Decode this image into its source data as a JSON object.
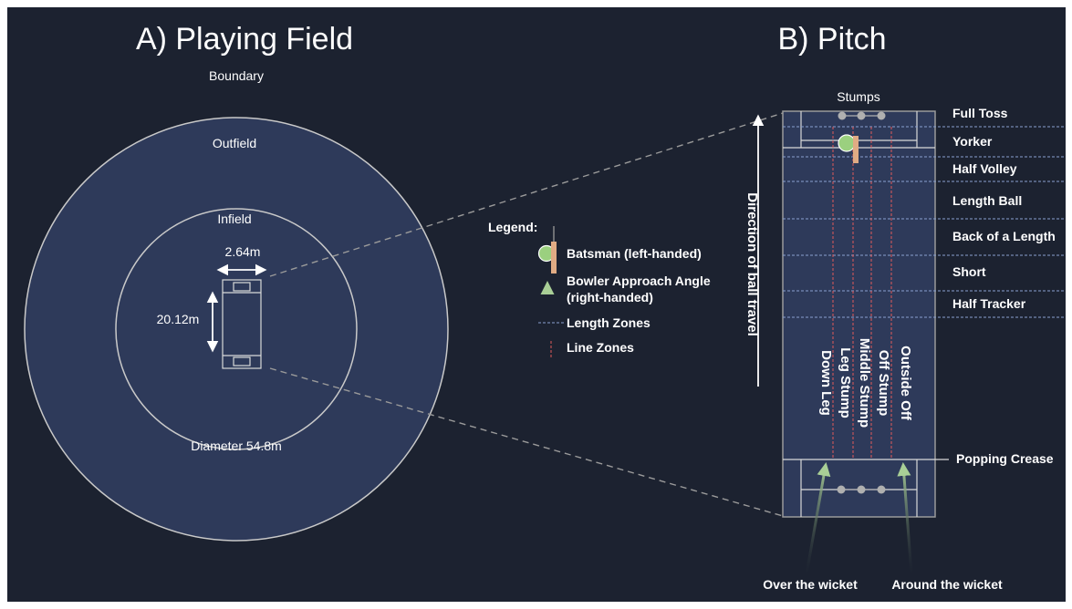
{
  "colors": {
    "background": "#1c2230",
    "field": "#2e3a5a",
    "line": "#d9d9d9",
    "ball": "#9bd07f",
    "bat": "#e0ab84",
    "arrow": "#a9cf96",
    "line_zone": "#e05a5a",
    "length_zone": "#8aa0d0"
  },
  "panel_a": {
    "title": "A) Playing Field",
    "boundary_label": "Boundary",
    "outfield_label": "Outfield",
    "infield_label": "Infield",
    "pitch_width_label": "2.64m",
    "pitch_length_label": "20.12m",
    "diameter_label": "Diameter 54.8m"
  },
  "legend": {
    "heading": "Legend:",
    "batsman": "Batsman (left-handed)",
    "bowler_line1": "Bowler Approach Angle",
    "bowler_line2": "(right-handed)",
    "length_zones": "Length Zones",
    "line_zones": "Line Zones"
  },
  "panel_b": {
    "title": "B) Pitch",
    "stumps_label": "Stumps",
    "direction_label": "Direction of ball travel",
    "length_zones": [
      "Full Toss",
      "Yorker",
      "Half Volley",
      "Length Ball",
      "Back of a Length",
      "Short",
      "Half Tracker"
    ],
    "line_zones": [
      "Down Leg",
      "Leg Stump",
      "Middle Stump",
      "Off Stump",
      "Outside Off"
    ],
    "popping_crease_label": "Popping Crease",
    "over_wicket_label": "Over the wicket",
    "around_wicket_label": "Around the wicket"
  }
}
